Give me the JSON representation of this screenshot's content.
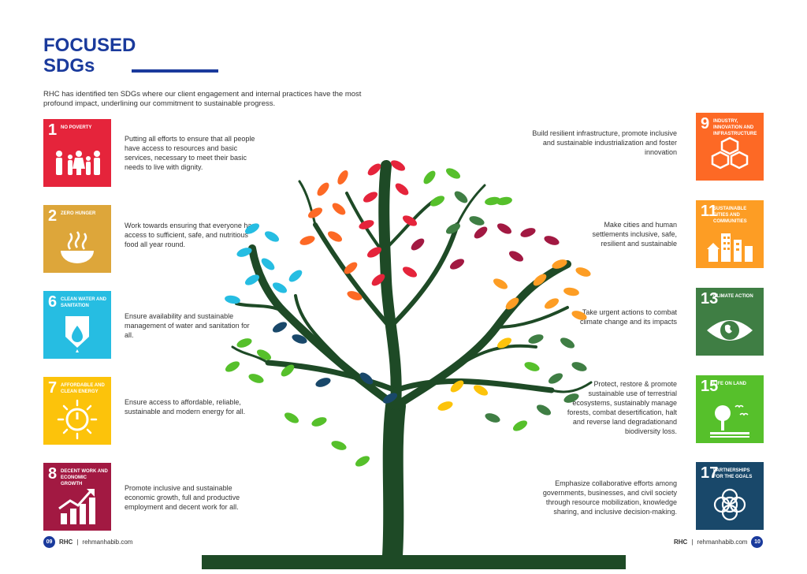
{
  "header": {
    "title_line1": "FOCUSED",
    "title_line2": "SDGs",
    "intro": "RHC has identified ten SDGs where our client engagement and internal practices have the most profound impact, underlining our commitment to sustainable progress."
  },
  "sdgs_left": [
    {
      "number": "1",
      "label": "NO POVERTY",
      "icon": "family-icon",
      "color": "#e5243b",
      "description": "Putting all efforts to ensure that all people have access to resources and basic services, necessary to meet their basic needs to live with dignity."
    },
    {
      "number": "2",
      "label": "ZERO HUNGER",
      "icon": "bowl-icon",
      "color": "#dda63a",
      "description": "Work towards ensuring that everyone has access to sufficient, safe, and nutritious food all year round."
    },
    {
      "number": "6",
      "label": "CLEAN WATER AND SANITATION",
      "icon": "water-drop-icon",
      "color": "#26bde2",
      "description": "Ensure availability and sustainable management of water and sanitation for all."
    },
    {
      "number": "7",
      "label": "AFFORDABLE AND CLEAN ENERGY",
      "icon": "sun-power-icon",
      "color": "#fcc30b",
      "description": "Ensure access to affordable, reliable, sustainable and modern energy for all."
    },
    {
      "number": "8",
      "label": "DECENT WORK AND ECONOMIC GROWTH",
      "icon": "growth-chart-icon",
      "color": "#a21942",
      "description": "Promote inclusive and sustainable economic growth, full and productive employment and decent work for all."
    }
  ],
  "sdgs_right": [
    {
      "number": "9",
      "label": "INDUSTRY, INNOVATION AND INFRASTRUCTURE",
      "icon": "cubes-icon",
      "color": "#fd6925",
      "description": "Build resilient infrastructure, promote inclusive and sustainable industrialization and foster innovation"
    },
    {
      "number": "11",
      "label": "SUSTAINABLE CITIES AND COMMUNITIES",
      "icon": "city-icon",
      "color": "#fd9d24",
      "description": "Make cities and human settlements inclusive, safe, resilient and sustainable"
    },
    {
      "number": "13",
      "label": "CLIMATE ACTION",
      "icon": "earth-eye-icon",
      "color": "#3f7e44",
      "description": "Take urgent actions to combat climate change and its impacts"
    },
    {
      "number": "15",
      "label": "LIFE ON LAND",
      "icon": "tree-birds-icon",
      "color": "#56c02b",
      "description": "Protect, restore & promote sustainable use of terrestrial ecosystems, sustainably manage forests, combat desertification, halt and reverse land degradationand biodiversity loss."
    },
    {
      "number": "17",
      "label": "PARTNERSHIPS FOR THE GOALS",
      "icon": "rings-icon",
      "color": "#19486a",
      "description": "Emphasize collaborative efforts among governments, businesses, and civil society through resource mobilization, knowledge sharing, and inclusive decision-making."
    }
  ],
  "footer": {
    "left_page": "09",
    "right_page": "10",
    "brand": "RHC",
    "separator": "|",
    "site": "rehmanhabib.com"
  },
  "colors": {
    "title_blue": "#1a3a9c",
    "trunk": "#1e4a26"
  }
}
